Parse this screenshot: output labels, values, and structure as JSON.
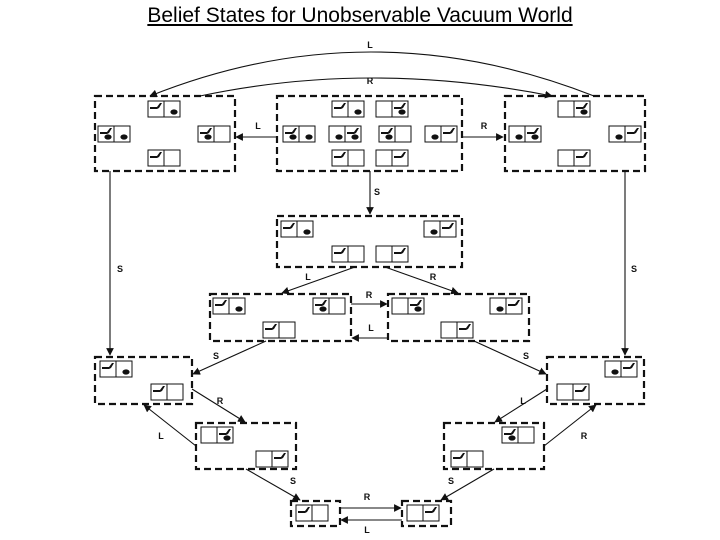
{
  "slide": {
    "title": "Belief States for Unobservable Vacuum World"
  },
  "diagram": {
    "nodes": [
      {
        "id": "left-belief",
        "worlds": [
          {
            "vac": "L",
            "dirt": [
              false,
              true
            ]
          },
          {
            "vac": "L",
            "dirt": [
              true,
              true
            ]
          },
          {
            "vac": "L",
            "dirt": [
              true,
              false
            ]
          },
          {
            "vac": "L",
            "dirt": [
              false,
              false
            ]
          }
        ]
      },
      {
        "id": "initial-belief",
        "worlds": [
          {
            "vac": "L",
            "dirt": [
              false,
              true
            ]
          },
          {
            "vac": "R",
            "dirt": [
              false,
              true
            ]
          },
          {
            "vac": "L",
            "dirt": [
              true,
              true
            ]
          },
          {
            "vac": "R",
            "dirt": [
              true,
              true
            ]
          },
          {
            "vac": "L",
            "dirt": [
              true,
              false
            ]
          },
          {
            "vac": "R",
            "dirt": [
              true,
              false
            ]
          },
          {
            "vac": "L",
            "dirt": [
              false,
              false
            ]
          },
          {
            "vac": "R",
            "dirt": [
              false,
              false
            ]
          }
        ]
      },
      {
        "id": "right-belief",
        "worlds": [
          {
            "vac": "R",
            "dirt": [
              false,
              true
            ]
          },
          {
            "vac": "R",
            "dirt": [
              true,
              true
            ]
          },
          {
            "vac": "R",
            "dirt": [
              true,
              false
            ]
          },
          {
            "vac": "R",
            "dirt": [
              false,
              false
            ]
          }
        ]
      },
      {
        "id": "suck-belief",
        "worlds": [
          {
            "vac": "L",
            "dirt": [
              false,
              true
            ]
          },
          {
            "vac": "R",
            "dirt": [
              true,
              false
            ]
          },
          {
            "vac": "L",
            "dirt": [
              false,
              false
            ]
          },
          {
            "vac": "R",
            "dirt": [
              false,
              false
            ]
          }
        ]
      },
      {
        "id": "suck-left-belief",
        "worlds": [
          {
            "vac": "L",
            "dirt": [
              false,
              true
            ]
          },
          {
            "vac": "L",
            "dirt": [
              true,
              false
            ]
          },
          {
            "vac": "L",
            "dirt": [
              false,
              false
            ]
          }
        ]
      },
      {
        "id": "suck-right-belief",
        "worlds": [
          {
            "vac": "R",
            "dirt": [
              false,
              true
            ]
          },
          {
            "vac": "R",
            "dirt": [
              true,
              false
            ]
          },
          {
            "vac": "R",
            "dirt": [
              false,
              false
            ]
          }
        ]
      },
      {
        "id": "left-suck-belief",
        "worlds": [
          {
            "vac": "L",
            "dirt": [
              false,
              true
            ]
          },
          {
            "vac": "L",
            "dirt": [
              false,
              false
            ]
          }
        ]
      },
      {
        "id": "right-suck-belief",
        "worlds": [
          {
            "vac": "R",
            "dirt": [
              true,
              false
            ]
          },
          {
            "vac": "R",
            "dirt": [
              false,
              false
            ]
          }
        ]
      },
      {
        "id": "lower-left-belief",
        "worlds": [
          {
            "vac": "R",
            "dirt": [
              false,
              true
            ]
          },
          {
            "vac": "R",
            "dirt": [
              false,
              false
            ]
          }
        ]
      },
      {
        "id": "lower-right-belief",
        "worlds": [
          {
            "vac": "L",
            "dirt": [
              true,
              false
            ]
          },
          {
            "vac": "L",
            "dirt": [
              false,
              false
            ]
          }
        ]
      },
      {
        "id": "goal-left-belief",
        "worlds": [
          {
            "vac": "L",
            "dirt": [
              false,
              false
            ]
          }
        ]
      },
      {
        "id": "goal-right-belief",
        "worlds": [
          {
            "vac": "R",
            "dirt": [
              false,
              false
            ]
          }
        ]
      }
    ],
    "edges": [
      {
        "id": "top-arc-l",
        "label": "L"
      },
      {
        "id": "top-arc-r",
        "label": "R"
      },
      {
        "id": "initial-to-left",
        "label": "L"
      },
      {
        "id": "initial-to-right",
        "label": "R"
      },
      {
        "id": "initial-suck",
        "label": "S"
      },
      {
        "id": "left-suck",
        "label": "S"
      },
      {
        "id": "right-suck",
        "label": "S"
      },
      {
        "id": "suck-to-left",
        "label": "L"
      },
      {
        "id": "suck-to-right",
        "label": "R"
      },
      {
        "id": "middle-r",
        "label": "R"
      },
      {
        "id": "middle-l",
        "label": "L"
      },
      {
        "id": "suckleft-suck",
        "label": "S"
      },
      {
        "id": "suckright-suck",
        "label": "S"
      },
      {
        "id": "leftsuck-r",
        "label": "R"
      },
      {
        "id": "rightsuck-l",
        "label": "L"
      },
      {
        "id": "lowerleft-l",
        "label": "L"
      },
      {
        "id": "lowerright-r",
        "label": "R"
      },
      {
        "id": "lowerleft-s",
        "label": "S"
      },
      {
        "id": "lowerright-s",
        "label": "S"
      },
      {
        "id": "goal-r",
        "label": "R"
      },
      {
        "id": "goal-l",
        "label": "L"
      }
    ]
  }
}
